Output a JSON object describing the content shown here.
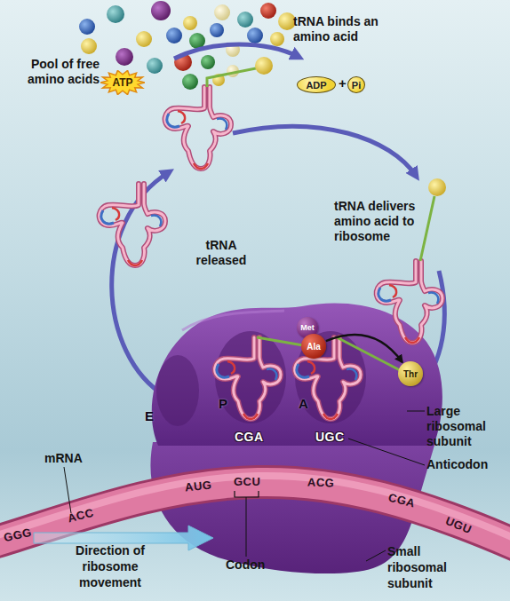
{
  "diagram": {
    "nodes": [
      {
        "text": [
          "ATP"
        ]
      },
      {
        "text": [
          "ADP"
        ]
      },
      {
        "text": [
          "Pi"
        ]
      },
      {
        "text": [
          "Met"
        ]
      },
      {
        "text": [
          "Ala"
        ]
      },
      {
        "text": [
          "Thr"
        ]
      }
    ],
    "edges": [
      {
        "from": 4,
        "to": 5,
        "arrow": "to"
      }
    ],
    "labels": [
      "Pool of free amino acids",
      "tRNA binds an amino acid",
      "+",
      "tRNA delivers amino acid to ribosome",
      "tRNA released",
      "E",
      "P",
      "A",
      "Large ribosomal subunit",
      "CGA",
      "UGC",
      "Anticodon",
      "mRNA",
      "GGG",
      "ACC",
      "AUG",
      "GCU",
      "ACG",
      "CGA",
      "UGU",
      "Direction of ribosome movement",
      "Codon",
      "Small ribosomal subunit"
    ]
  }
}
